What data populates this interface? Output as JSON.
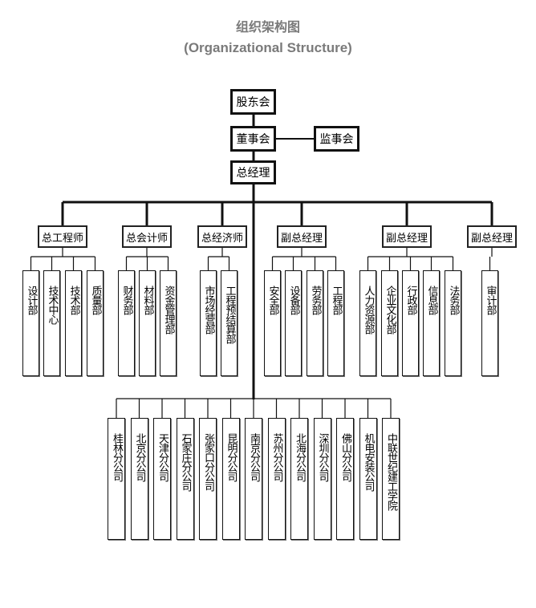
{
  "title": {
    "zh": "组织架构图",
    "en": "(Organizational Structure)"
  },
  "top": {
    "shareholders": "股东会",
    "board": "董事会",
    "supervisors": "监事会",
    "gm": "总经理"
  },
  "groups": [
    {
      "label": "总工程师",
      "departments": [
        "设计部",
        "技术中心",
        "技术部",
        "质量部"
      ]
    },
    {
      "label": "总会计师",
      "departments": [
        "财务部",
        "材料部",
        "资金管理部"
      ]
    },
    {
      "label": "总经济师",
      "departments": [
        "市场经营部",
        "工程预结算部"
      ]
    },
    {
      "label": "副总经理",
      "departments": [
        "安全部",
        "设备部",
        "劳务部",
        "工程部"
      ]
    },
    {
      "label": "副总经理",
      "departments": [
        "人力资源部",
        "企业文化部",
        "行政部",
        "信息部",
        "法务部"
      ]
    },
    {
      "label": "副总经理",
      "departments": [
        "审计部"
      ]
    }
  ],
  "branches": [
    "桂林分公司",
    "北京分公司",
    "天津分公司",
    "石家庄分公司",
    "张家口分公司",
    "昆明分公司",
    "南京分公司",
    "苏州分公司",
    "北海分公司",
    "深圳分公司",
    "佛山分公司",
    "机电安装公司",
    "中联世纪建工学院"
  ]
}
